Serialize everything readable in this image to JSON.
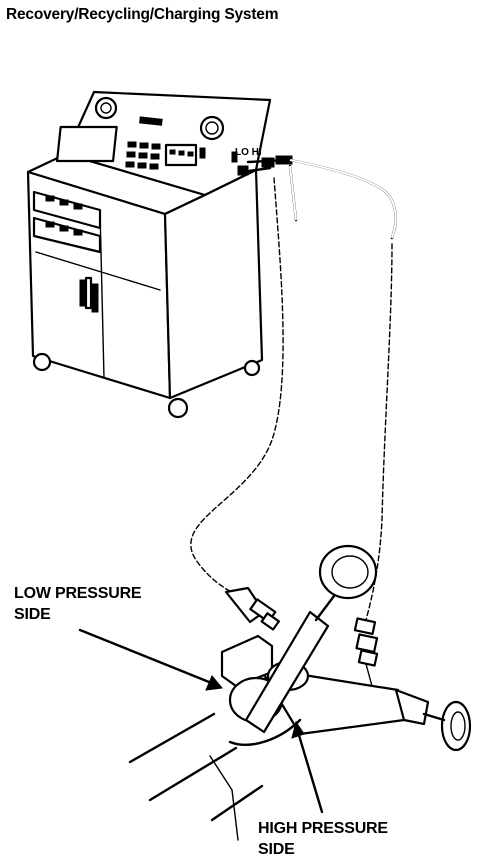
{
  "figure": {
    "title": "Recovery/Recycling/Charging System",
    "labels": {
      "low_pressure": [
        "LOW PRESSURE",
        "SIDE"
      ],
      "high_pressure": [
        "HIGH PRESSURE",
        "SIDE"
      ],
      "panel_ports": "LO HI"
    }
  }
}
